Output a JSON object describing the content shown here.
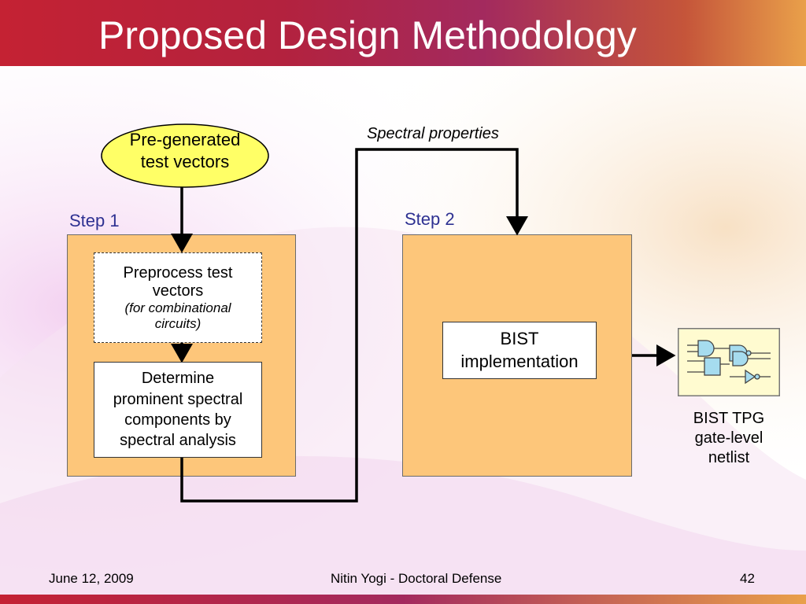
{
  "slide": {
    "title": "Proposed Design Methodology"
  },
  "diagram": {
    "input": {
      "line1": "Pre-generated",
      "line2": "test vectors"
    },
    "spectral_label": "Spectral properties",
    "step1_label": "Step 1",
    "step2_label": "Step 2",
    "preprocess": {
      "line1": "Preprocess test",
      "line2": "vectors",
      "note1": "(for combinational",
      "note2": "circuits)"
    },
    "determine": {
      "line1": "Determine",
      "line2": "prominent spectral",
      "line3": "components by",
      "line4": "spectral analysis"
    },
    "bist": {
      "line1": "BIST",
      "line2": "implementation"
    },
    "output": {
      "line1": "BIST TPG",
      "line2": "gate-level",
      "line3": "netlist"
    }
  },
  "footer": {
    "date": "June 12, 2009",
    "presenter": "Nitin Yogi - Doctoral Defense",
    "page": "42"
  },
  "colors": {
    "title_bar": "#b5223f",
    "panel": "#fdc67a",
    "ellipse": "#ffff66",
    "step_text": "#2e3192",
    "gate_fill": "#a6dcef",
    "netlist_bg": "#fffbd0"
  }
}
